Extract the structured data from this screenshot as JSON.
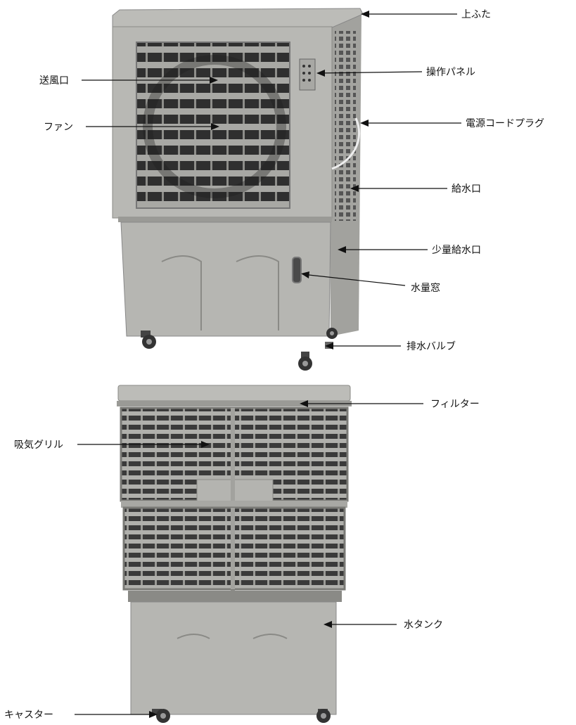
{
  "front_view": {
    "labels": {
      "top_cover": "上ふた",
      "control_panel": "操作パネル",
      "air_outlet": "送風口",
      "power_plug": "電源コードプラグ",
      "fan": "ファン",
      "water_inlet": "給水口",
      "small_water_inlet": "少量給水口",
      "water_level_window": "水量窓",
      "drain_valve": "排水バルブ"
    }
  },
  "back_view": {
    "labels": {
      "filter": "フィルター",
      "intake_grille": "吸気グリル",
      "water_tank": "水タンク",
      "caster": "キャスター"
    }
  },
  "colors": {
    "body": "#b4b4b0",
    "body_shade": "#9c9c98",
    "grille_dark": "#3a3a3a",
    "line": "#111111"
  }
}
